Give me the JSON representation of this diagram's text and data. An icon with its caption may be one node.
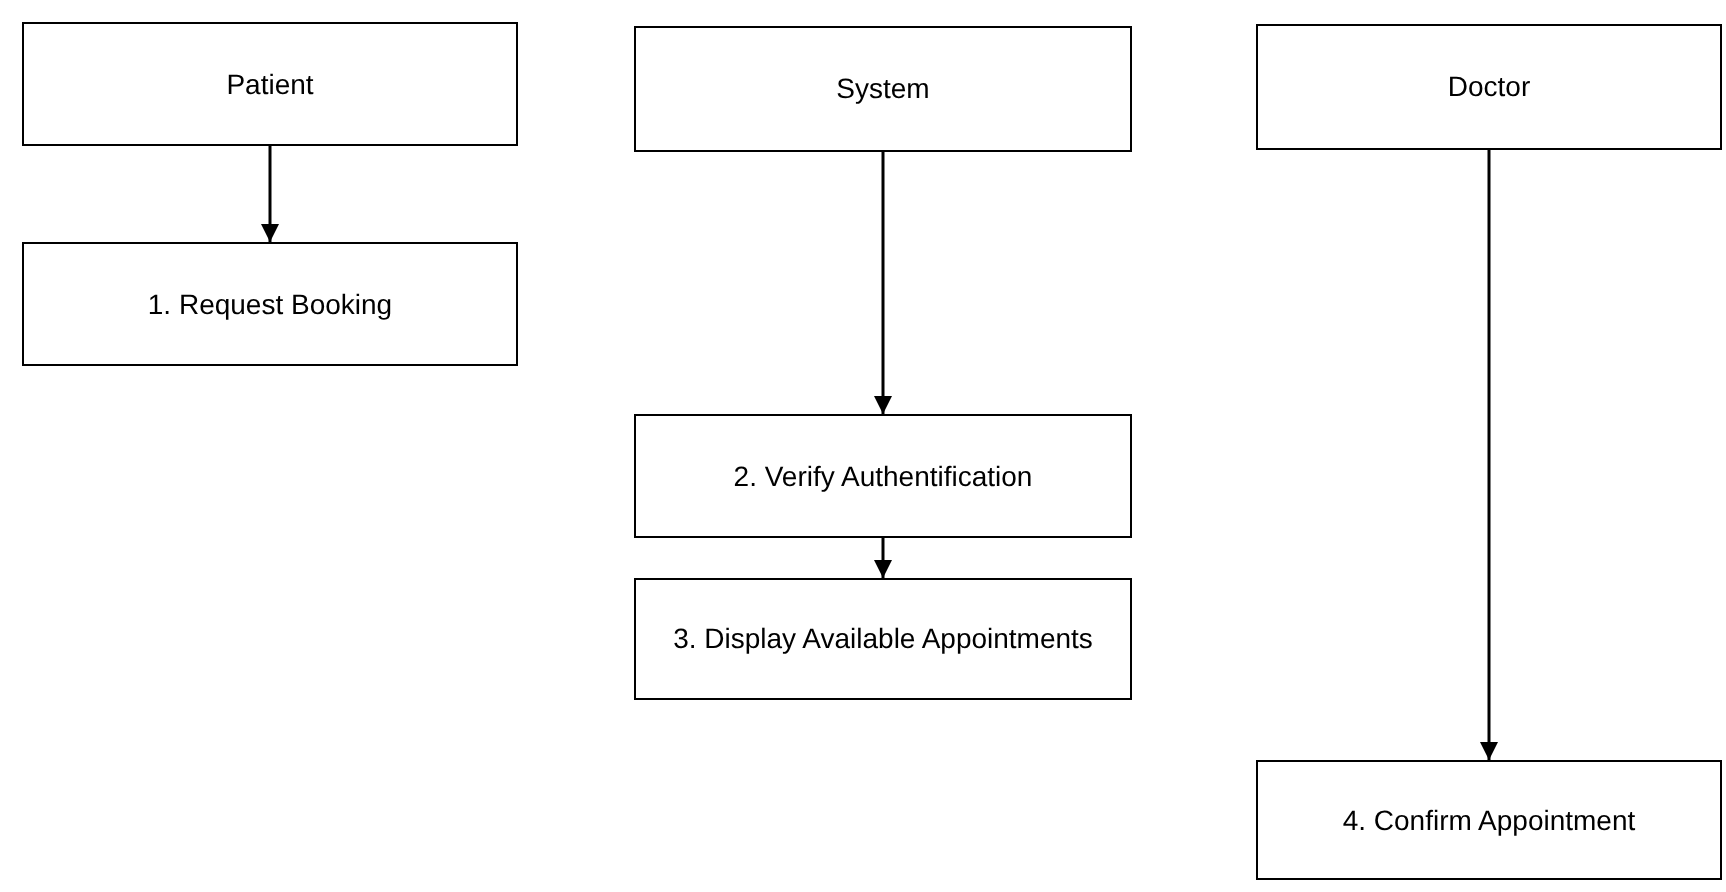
{
  "diagram": {
    "nodes": [
      {
        "text": [
          "Patient"
        ]
      },
      {
        "text": [
          "1. Request Booking"
        ]
      },
      {
        "text": [
          "System"
        ]
      },
      {
        "text": [
          "2. Verify Authentification"
        ]
      },
      {
        "text": [
          "3. Display Available Appointments"
        ]
      },
      {
        "text": [
          "Doctor"
        ]
      },
      {
        "text": [
          "4. Confirm Appointment"
        ]
      }
    ],
    "edges": [
      {
        "from": 0,
        "to": 1,
        "arrow": "to"
      },
      {
        "from": 2,
        "to": 3,
        "arrow": "to"
      },
      {
        "from": 3,
        "to": 4,
        "arrow": "to"
      },
      {
        "from": 5,
        "to": 6,
        "arrow": "to"
      }
    ]
  }
}
